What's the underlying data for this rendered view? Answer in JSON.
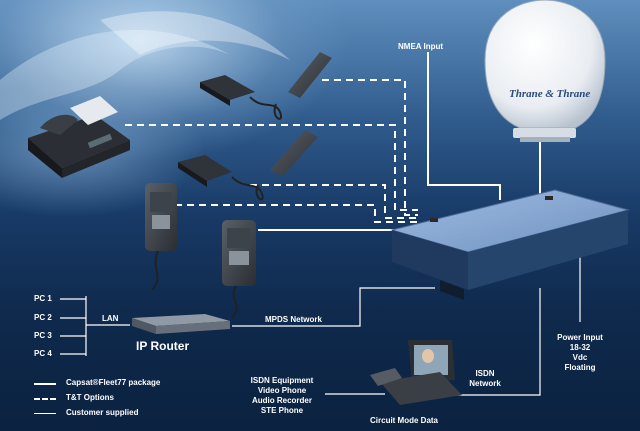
{
  "antenna": {
    "brand": "Thrane & Thrane"
  },
  "labels": {
    "nmea_input": "NMEA Input",
    "lan": "LAN",
    "mpds_network": "MPDS Network",
    "ip_router": "IP Router",
    "power_input": [
      "Power Input",
      "18-32",
      "Vdc",
      "Floating"
    ],
    "isdn_network": [
      "ISDN",
      "Network"
    ],
    "isdn_equipment": [
      "ISDN Equipment",
      "Video Phone",
      "Audio Recorder",
      "STE Phone"
    ],
    "circuit_mode_data": "Circuit Mode Data"
  },
  "pcs": [
    "PC 1",
    "PC 2",
    "PC 3",
    "PC 4"
  ],
  "legend": [
    {
      "style": "solid",
      "label": "Capsat®Fleet77 package"
    },
    {
      "style": "dashed",
      "label": "T&T Options"
    },
    {
      "style": "thin",
      "label": "Customer supplied"
    }
  ]
}
